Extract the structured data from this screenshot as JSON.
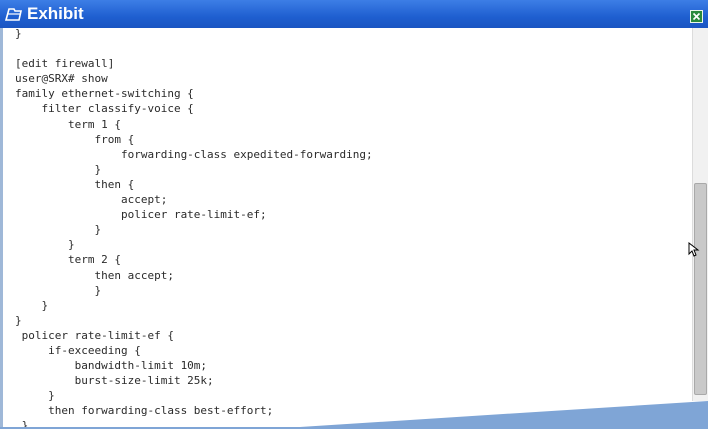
{
  "window": {
    "title": "Exhibit",
    "icon": "exhibit-folder-icon",
    "close_icon": "close-icon",
    "title_bar_color": "#1f5fd0"
  },
  "code": {
    "lines": [
      "}",
      "",
      "[edit firewall]",
      "user@SRX# show",
      "family ethernet-switching {",
      "    filter classify-voice {",
      "        term 1 {",
      "            from {",
      "                forwarding-class expedited-forwarding;",
      "            }",
      "            then {",
      "                accept;",
      "                policer rate-limit-ef;",
      "            }",
      "        }",
      "        term 2 {",
      "            then accept;",
      "            }",
      "    }",
      "}",
      " policer rate-limit-ef {",
      "     if-exceeding {",
      "         bandwidth-limit 10m;",
      "         burst-size-limit 25k;",
      "     }",
      "     then forwarding-class best-effort;",
      " }"
    ]
  }
}
